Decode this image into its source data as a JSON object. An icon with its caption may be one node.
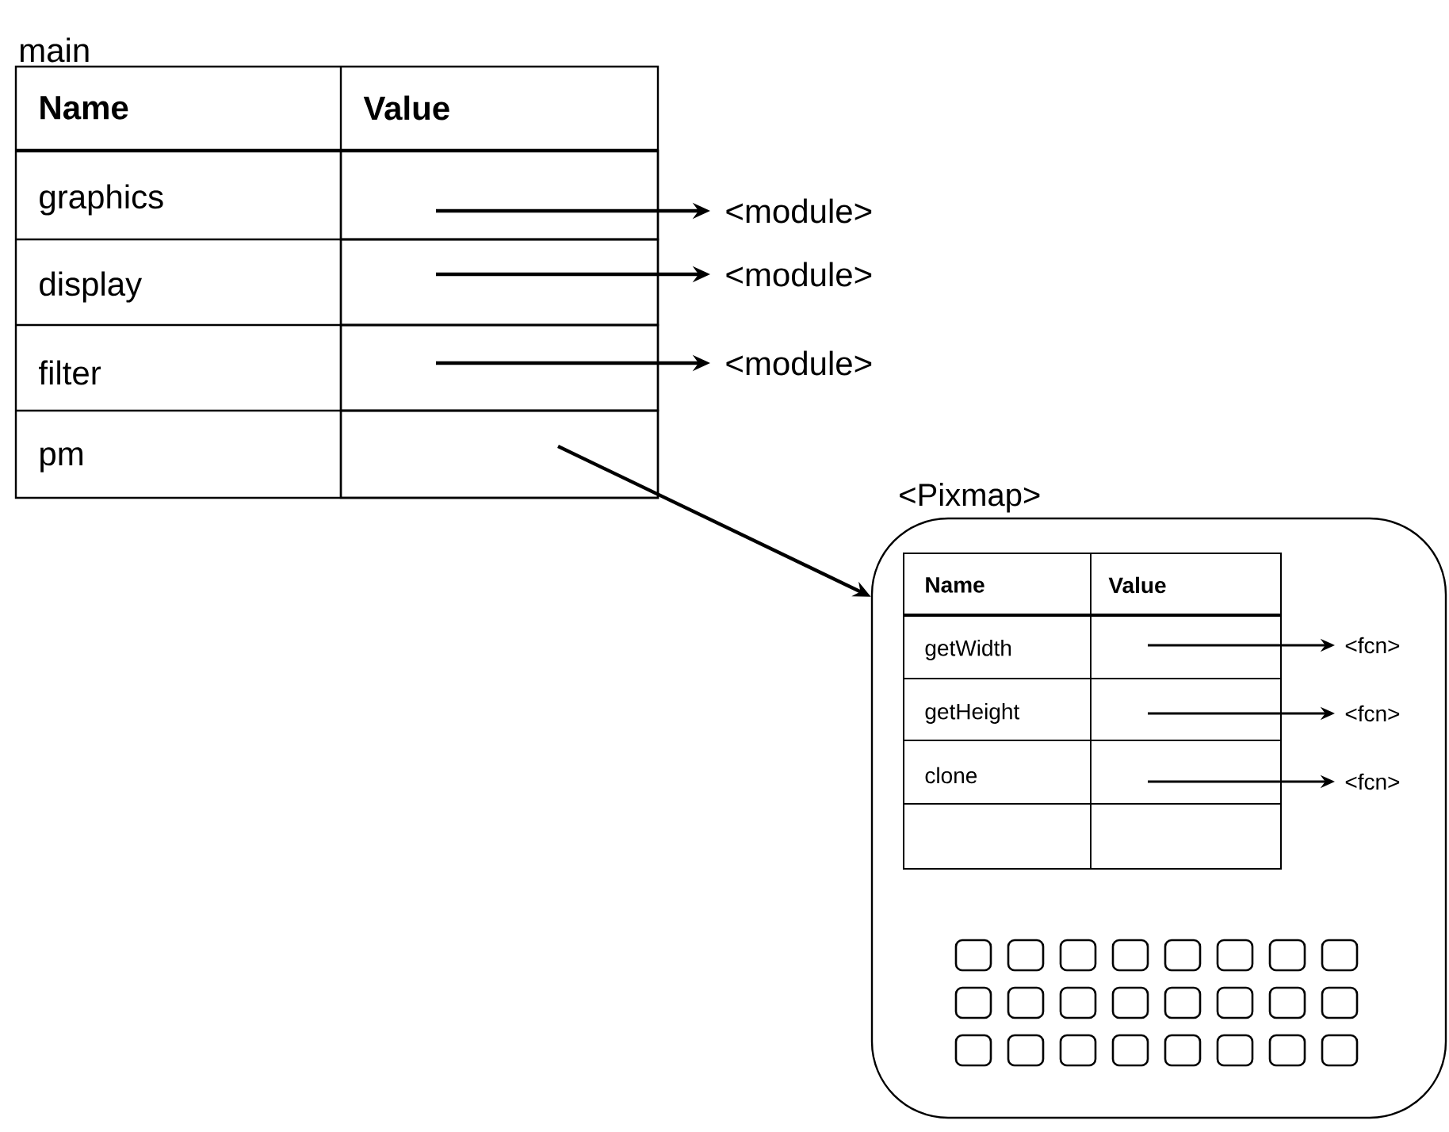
{
  "diagram": {
    "nodes": [
      {
        "text": [
          "main"
        ]
      },
      {
        "text": [],
        "shape": "box",
        "in": 0
      },
      {
        "text": [],
        "shape": "box",
        "in": 0
      },
      {
        "text": [],
        "shape": "box",
        "in": 0
      },
      {
        "text": [],
        "shape": "box",
        "in": 0
      },
      {
        "text": [
          "<module>"
        ]
      },
      {
        "text": [
          "<module>"
        ]
      },
      {
        "text": [
          "<module>"
        ]
      },
      {
        "text": [
          "<Pixmap>"
        ]
      },
      {
        "text": [],
        "shape": "box",
        "in": 8
      },
      {
        "text": [],
        "shape": "box",
        "in": 9
      },
      {
        "text": [],
        "shape": "box",
        "in": 9
      },
      {
        "text": [],
        "shape": "box",
        "in": 9
      },
      {
        "text": [
          "<fcn>"
        ],
        "in": 8
      },
      {
        "text": [
          "<fcn>"
        ],
        "in": 8
      },
      {
        "text": [
          "<fcn>"
        ],
        "in": 8
      }
    ],
    "edges": [
      {
        "from": 1,
        "to": 5,
        "arrow": "to"
      },
      {
        "from": 2,
        "to": 6,
        "arrow": "to"
      },
      {
        "from": 3,
        "to": 7,
        "arrow": "to"
      },
      {
        "from": 4,
        "to": 8,
        "arrow": "to"
      },
      {
        "from": 10,
        "to": 13,
        "arrow": "to"
      },
      {
        "from": 11,
        "to": 14,
        "arrow": "to"
      },
      {
        "from": 12,
        "to": 15,
        "arrow": "to"
      }
    ],
    "labels": [
      "Name",
      "Value",
      "graphics",
      "display",
      "filter",
      "pm",
      "Name",
      "Value",
      "getWidth",
      "getHeight",
      "clone"
    ]
  }
}
